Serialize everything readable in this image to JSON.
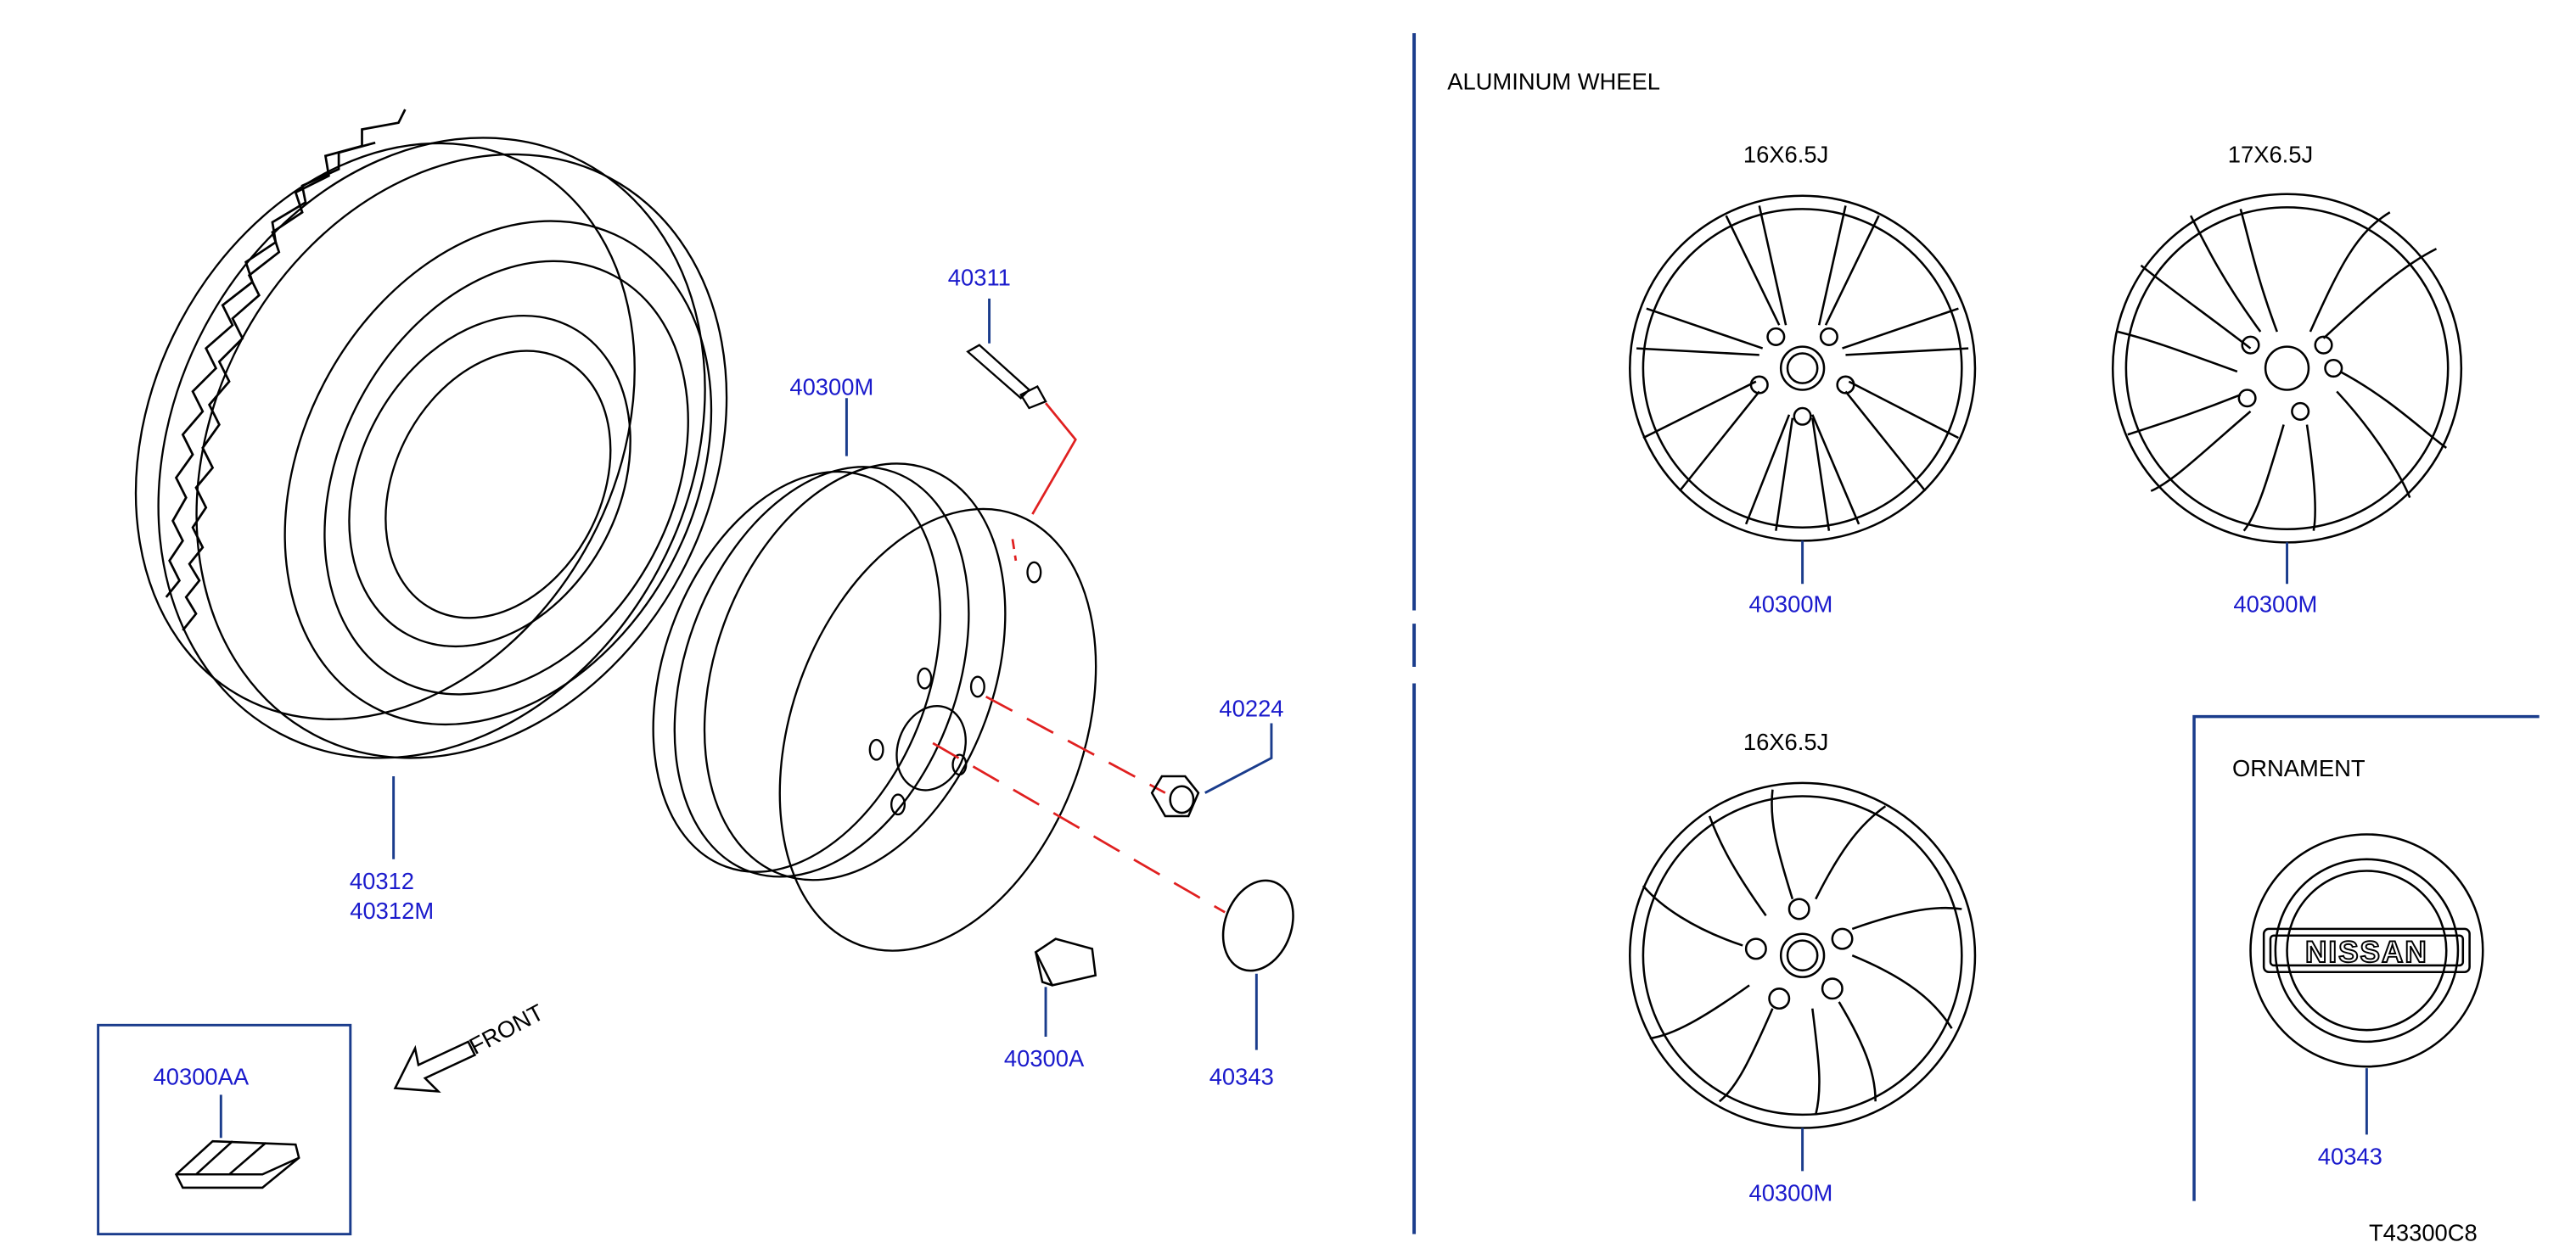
{
  "section_titles": {
    "aluminum_wheel": "ALUMINUM   WHEEL",
    "ornament": "ORNAMENT",
    "front": "FRONT"
  },
  "wheel_sizes": {
    "top_left": "16X6.5J",
    "top_right": "17X6.5J",
    "bottom": "16X6.5J"
  },
  "part_numbers": {
    "valve": "40311",
    "steel_wheel": "40300M",
    "nut": "40224",
    "tire": "40312",
    "tire_alt": "40312M",
    "balance_weight": "40300A",
    "center_cap": "40343",
    "weight_kit": "40300AA",
    "alloy_top_left": "40300M",
    "alloy_top_right": "40300M",
    "alloy_bottom": "40300M",
    "ornament": "40343"
  },
  "ornament_logo_text": "NISSAN",
  "diagram_code": "T43300C8",
  "colors": {
    "line": "#000000",
    "part_label": "#1a1acc",
    "leader": "#1a3c8c",
    "dashed_leader": "#e02020"
  }
}
